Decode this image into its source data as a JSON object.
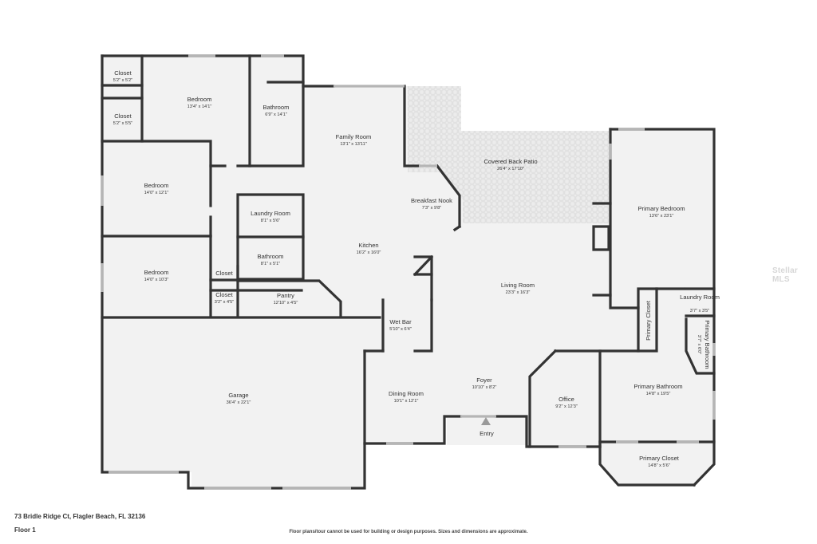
{
  "address": "73 Bridle Ridge Ct, Flagler Beach, FL 32136",
  "floor": "Floor 1",
  "disclaimer": "Floor plans/tour cannot be used for building or design purposes. Sizes and dimensions are approximate.",
  "watermark": "Stellar MLS",
  "entry_label": "Entry",
  "rooms": [
    {
      "name": "Closet",
      "dims": "5'2\" x 5'2\""
    },
    {
      "name": "Closet",
      "dims": "5'2\" x 5'5\""
    },
    {
      "name": "Bedroom",
      "dims": "13'4\" x 14'1\""
    },
    {
      "name": "Bathroom",
      "dims": "6'9\" x 14'1\""
    },
    {
      "name": "Family Room",
      "dims": "13'1\" x 13'11\""
    },
    {
      "name": "Covered Back Patio",
      "dims": "26'4\" x 17'10\""
    },
    {
      "name": "Bedroom",
      "dims": "14'0\" x 12'1\""
    },
    {
      "name": "Breakfast Nook",
      "dims": "7'3\" x 9'8\""
    },
    {
      "name": "Primary Bedroom",
      "dims": "13'6\" x 23'1\""
    },
    {
      "name": "Laundry Room",
      "dims": "8'1\" x 5'6\""
    },
    {
      "name": "Kitchen",
      "dims": "16'2\" x 16'0\""
    },
    {
      "name": "Bathroom",
      "dims": "8'1\" x 5'1\""
    },
    {
      "name": "Bedroom",
      "dims": "14'0\" x 10'3\""
    },
    {
      "name": "Closet",
      "dims": ""
    },
    {
      "name": "Living Room",
      "dims": "23'3\" x 16'3\""
    },
    {
      "name": "Pantry",
      "dims": "12'10\" x 4'5\""
    },
    {
      "name": "Closet",
      "dims": "3'2\" x 4'5\""
    },
    {
      "name": "Laundry Room",
      "dims": "3'7\" x 3'5\""
    },
    {
      "name": "Wet Bar",
      "dims": "5'10\" x 6'4\""
    },
    {
      "name": "Primary Closet",
      "dims": ""
    },
    {
      "name": "Primary Bathroom",
      "dims": "3'7\" x 6'0\""
    },
    {
      "name": "Foyer",
      "dims": "10'10\" x 8'2\""
    },
    {
      "name": "Garage",
      "dims": "36'4\" x 22'1\""
    },
    {
      "name": "Primary Bathroom",
      "dims": "14'8\" x 19'5\""
    },
    {
      "name": "Dining Room",
      "dims": "10'1\" x 12'1\""
    },
    {
      "name": "Office",
      "dims": "9'2\" x 12'3\""
    },
    {
      "name": "Primary Closet",
      "dims": "14'8\" x 5'6\""
    }
  ]
}
